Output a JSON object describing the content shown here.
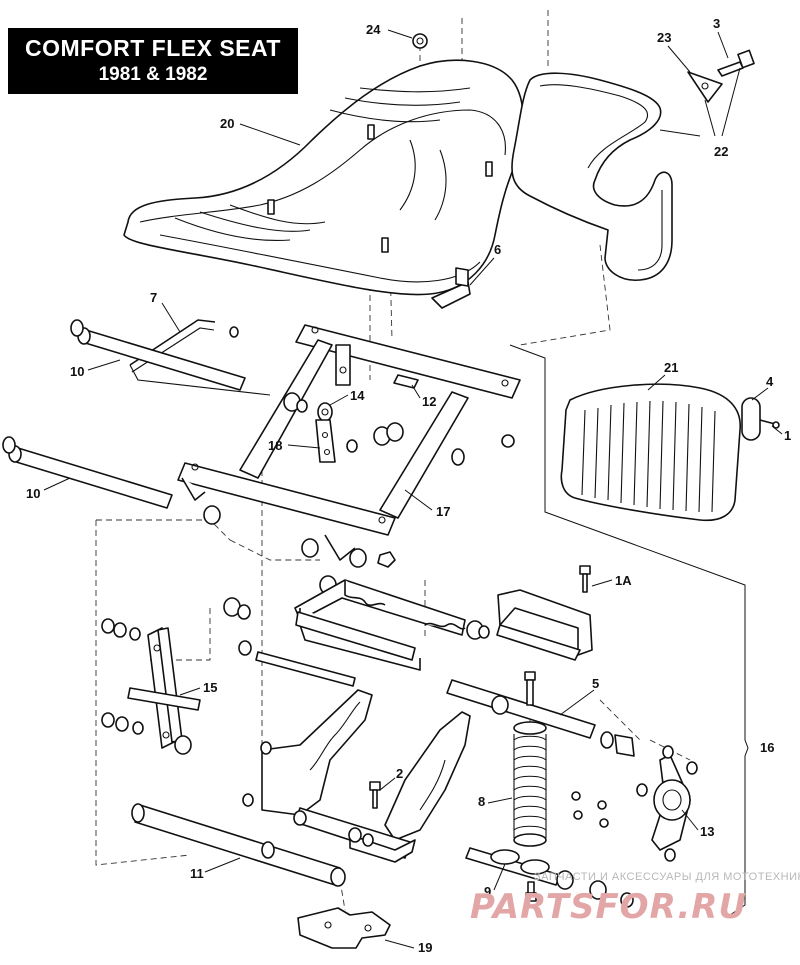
{
  "title": {
    "line1": "COMFORT FLEX SEAT",
    "line2": "1981 & 1982"
  },
  "callouts": {
    "c24": "24",
    "c3": "3",
    "c23": "23",
    "c20": "20",
    "c22": "22",
    "c6": "6",
    "c7": "7",
    "c10a": "10",
    "c14": "14",
    "c12": "12",
    "c21": "21",
    "c4": "4",
    "c1": "1",
    "c18": "18",
    "c10b": "10",
    "c17": "17",
    "c1a": "1A",
    "c15": "15",
    "c5": "5",
    "c16": "16",
    "c2": "2",
    "c8": "8",
    "c13": "13",
    "c11": "11",
    "c9": "9",
    "c19": "19"
  },
  "watermark": {
    "caption": "ЗАПЧАСТИ И АКСЕССУАРЫ ДЛЯ МОТОТЕХНИКИ",
    "logo": "PARTSFOR.RU"
  },
  "colors": {
    "ink": "#111111",
    "background": "#ffffff",
    "watermark": "#e3a6a6"
  }
}
